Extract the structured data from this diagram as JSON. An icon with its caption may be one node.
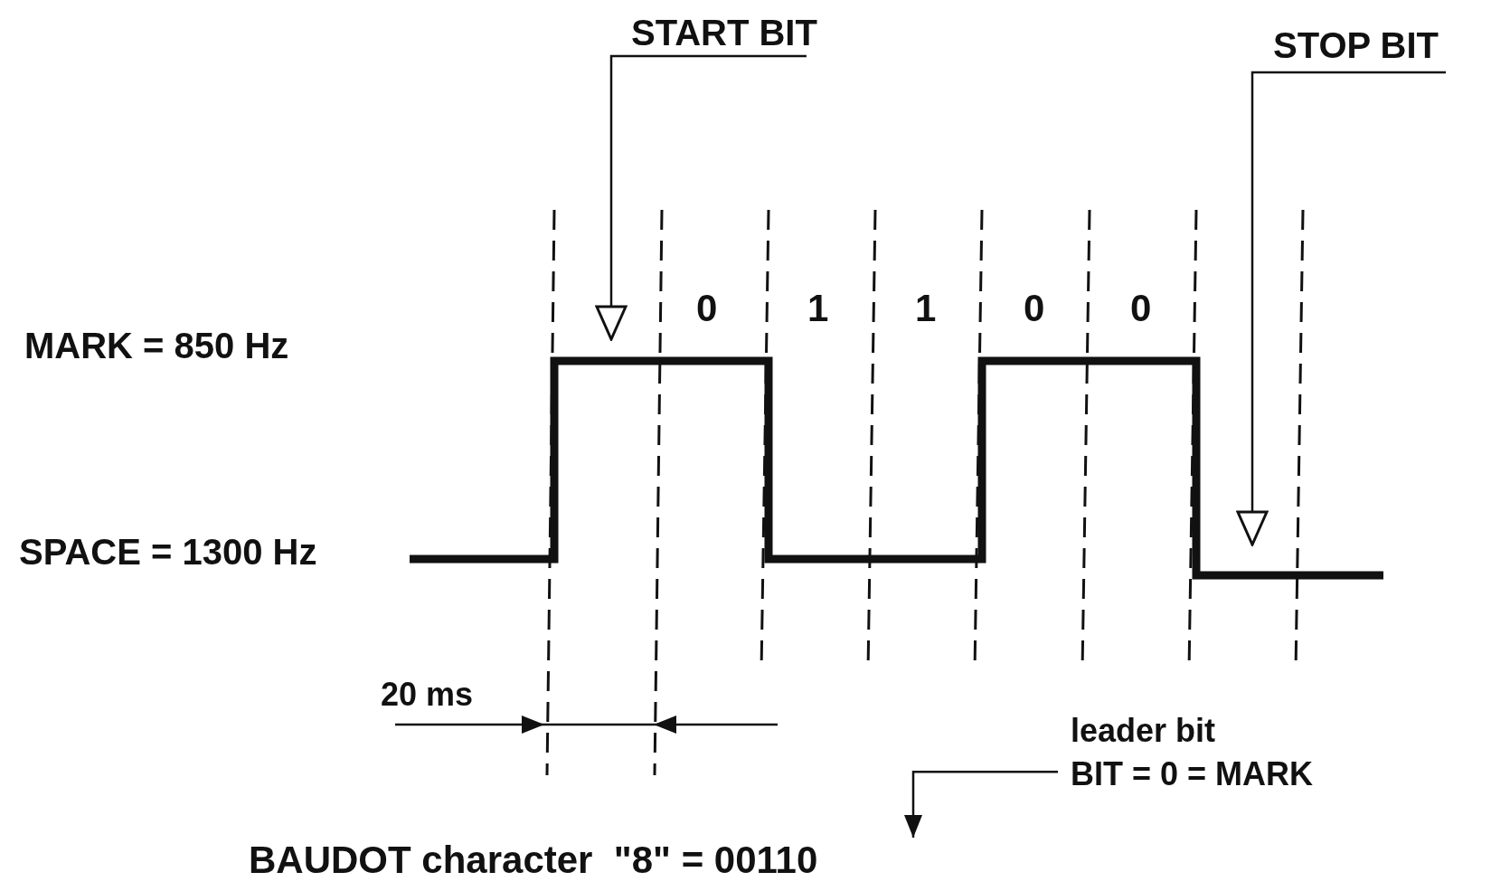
{
  "diagram": {
    "nodes": [
      {
        "text": [
          "START BIT"
        ]
      },
      {
        "text": [
          "STOP BIT"
        ]
      },
      {
        "text": [
          "leader bit",
          "BIT = 0 = MARK"
        ]
      },
      {
        "text": [
          "BAUDOT character  \"8\" = 00110"
        ]
      }
    ],
    "edges": [
      {
        "from": 0,
        "to": null,
        "arrow": "to"
      },
      {
        "from": 1,
        "to": null,
        "arrow": "to"
      },
      {
        "from": 2,
        "to": 3,
        "arrow": "to"
      }
    ],
    "labels": [
      "MARK = 850 Hz",
      "SPACE = 1300 Hz",
      "0",
      "1",
      "1",
      "0",
      "0",
      "20 ms"
    ]
  }
}
